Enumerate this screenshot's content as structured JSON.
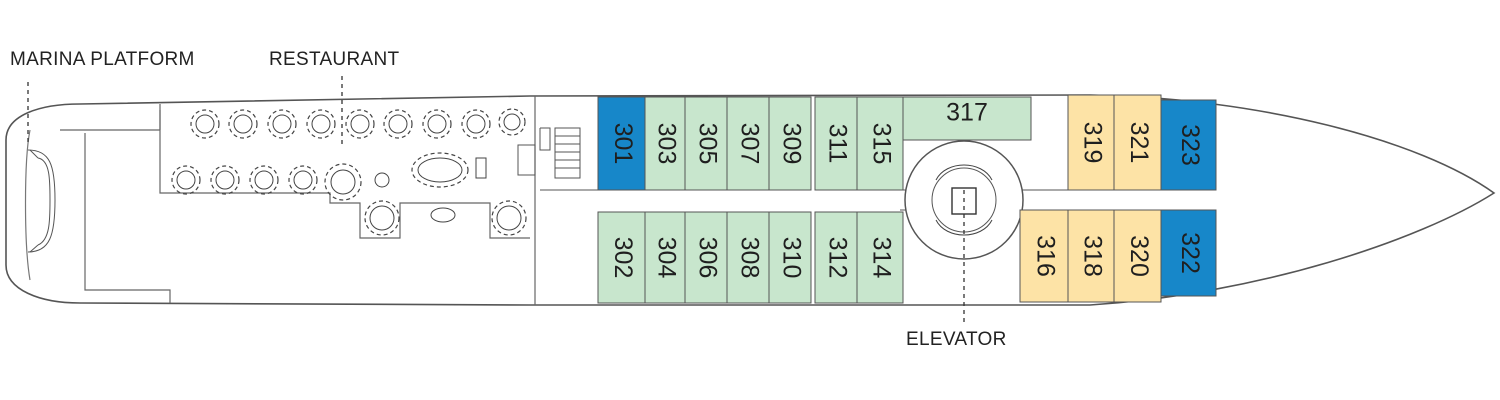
{
  "labels": {
    "marina": "MARINA PLATFORM",
    "restaurant": "RESTAURANT",
    "elevator": "ELEVATOR"
  },
  "colors": {
    "green": "#c8e6cd",
    "yellow": "#fde3a6",
    "blue": "#1787c9",
    "outline": "#555555"
  },
  "cabins_top": [
    "301",
    "303",
    "305",
    "307",
    "309",
    "311",
    "315",
    "317",
    "319",
    "321",
    "323"
  ],
  "cabins_bottom": [
    "302",
    "304",
    "306",
    "308",
    "310",
    "312",
    "314",
    "316",
    "318",
    "320",
    "322"
  ],
  "cabin_categories": {
    "blue": [
      "301",
      "322",
      "323"
    ],
    "yellow": [
      "316",
      "318",
      "319",
      "320",
      "321"
    ],
    "green": [
      "302",
      "303",
      "304",
      "305",
      "306",
      "307",
      "308",
      "309",
      "310",
      "311",
      "312",
      "314",
      "315",
      "317"
    ]
  }
}
